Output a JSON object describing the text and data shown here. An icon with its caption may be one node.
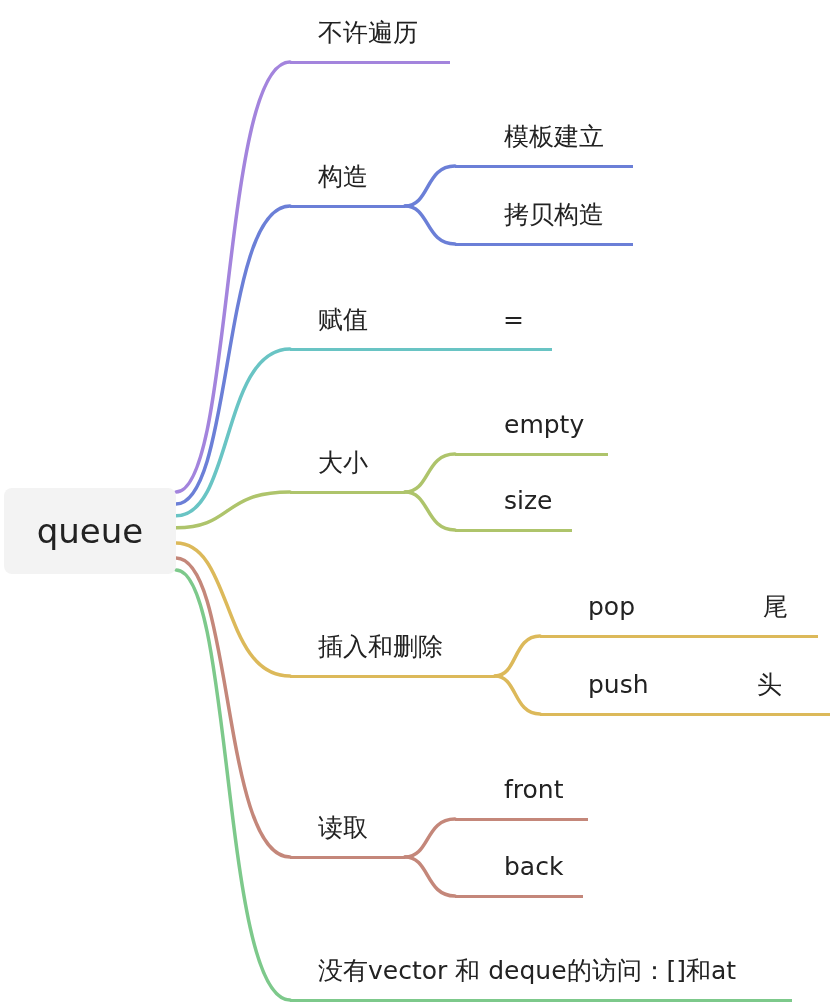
{
  "diagram": {
    "nodes": [
      {
        "text": [
          "queue"
        ]
      },
      {
        "text": [
          "不许遍历"
        ]
      },
      {
        "text": [
          "构造"
        ]
      },
      {
        "text": [
          "模板建立"
        ]
      },
      {
        "text": [
          "拷贝构造"
        ]
      },
      {
        "text": [
          "赋值",
          "="
        ]
      },
      {
        "text": [
          "大小"
        ]
      },
      {
        "text": [
          "empty"
        ]
      },
      {
        "text": [
          "size"
        ]
      },
      {
        "text": [
          "插入和删除"
        ]
      },
      {
        "text": [
          "pop",
          "尾"
        ]
      },
      {
        "text": [
          "push",
          "头"
        ]
      },
      {
        "text": [
          "读取"
        ]
      },
      {
        "text": [
          "front"
        ]
      },
      {
        "text": [
          "back"
        ]
      },
      {
        "text": [
          "没有vector 和 deque的访问：[]和at"
        ]
      }
    ],
    "edges": [
      {
        "from": 0,
        "to": 1,
        "arrow": "none",
        "color": "#a384dd"
      },
      {
        "from": 0,
        "to": 2,
        "arrow": "none",
        "color": "#6b7fd7"
      },
      {
        "from": 2,
        "to": 3,
        "arrow": "none",
        "color": "#6b7fd7"
      },
      {
        "from": 2,
        "to": 4,
        "arrow": "none",
        "color": "#6b7fd7"
      },
      {
        "from": 0,
        "to": 5,
        "arrow": "none",
        "color": "#69c4c4"
      },
      {
        "from": 0,
        "to": 6,
        "arrow": "none",
        "color": "#aec46b"
      },
      {
        "from": 6,
        "to": 7,
        "arrow": "none",
        "color": "#aec46b"
      },
      {
        "from": 6,
        "to": 8,
        "arrow": "none",
        "color": "#aec46b"
      },
      {
        "from": 0,
        "to": 9,
        "arrow": "none",
        "color": "#dcb95a"
      },
      {
        "from": 9,
        "to": 10,
        "arrow": "none",
        "color": "#dcb95a"
      },
      {
        "from": 9,
        "to": 11,
        "arrow": "none",
        "color": "#dcb95a"
      },
      {
        "from": 0,
        "to": 12,
        "arrow": "none",
        "color": "#c4877a"
      },
      {
        "from": 12,
        "to": 13,
        "arrow": "none",
        "color": "#c4877a"
      },
      {
        "from": 12,
        "to": 14,
        "arrow": "none",
        "color": "#c4877a"
      },
      {
        "from": 0,
        "to": 15,
        "arrow": "none",
        "color": "#7dc98b"
      }
    ]
  }
}
